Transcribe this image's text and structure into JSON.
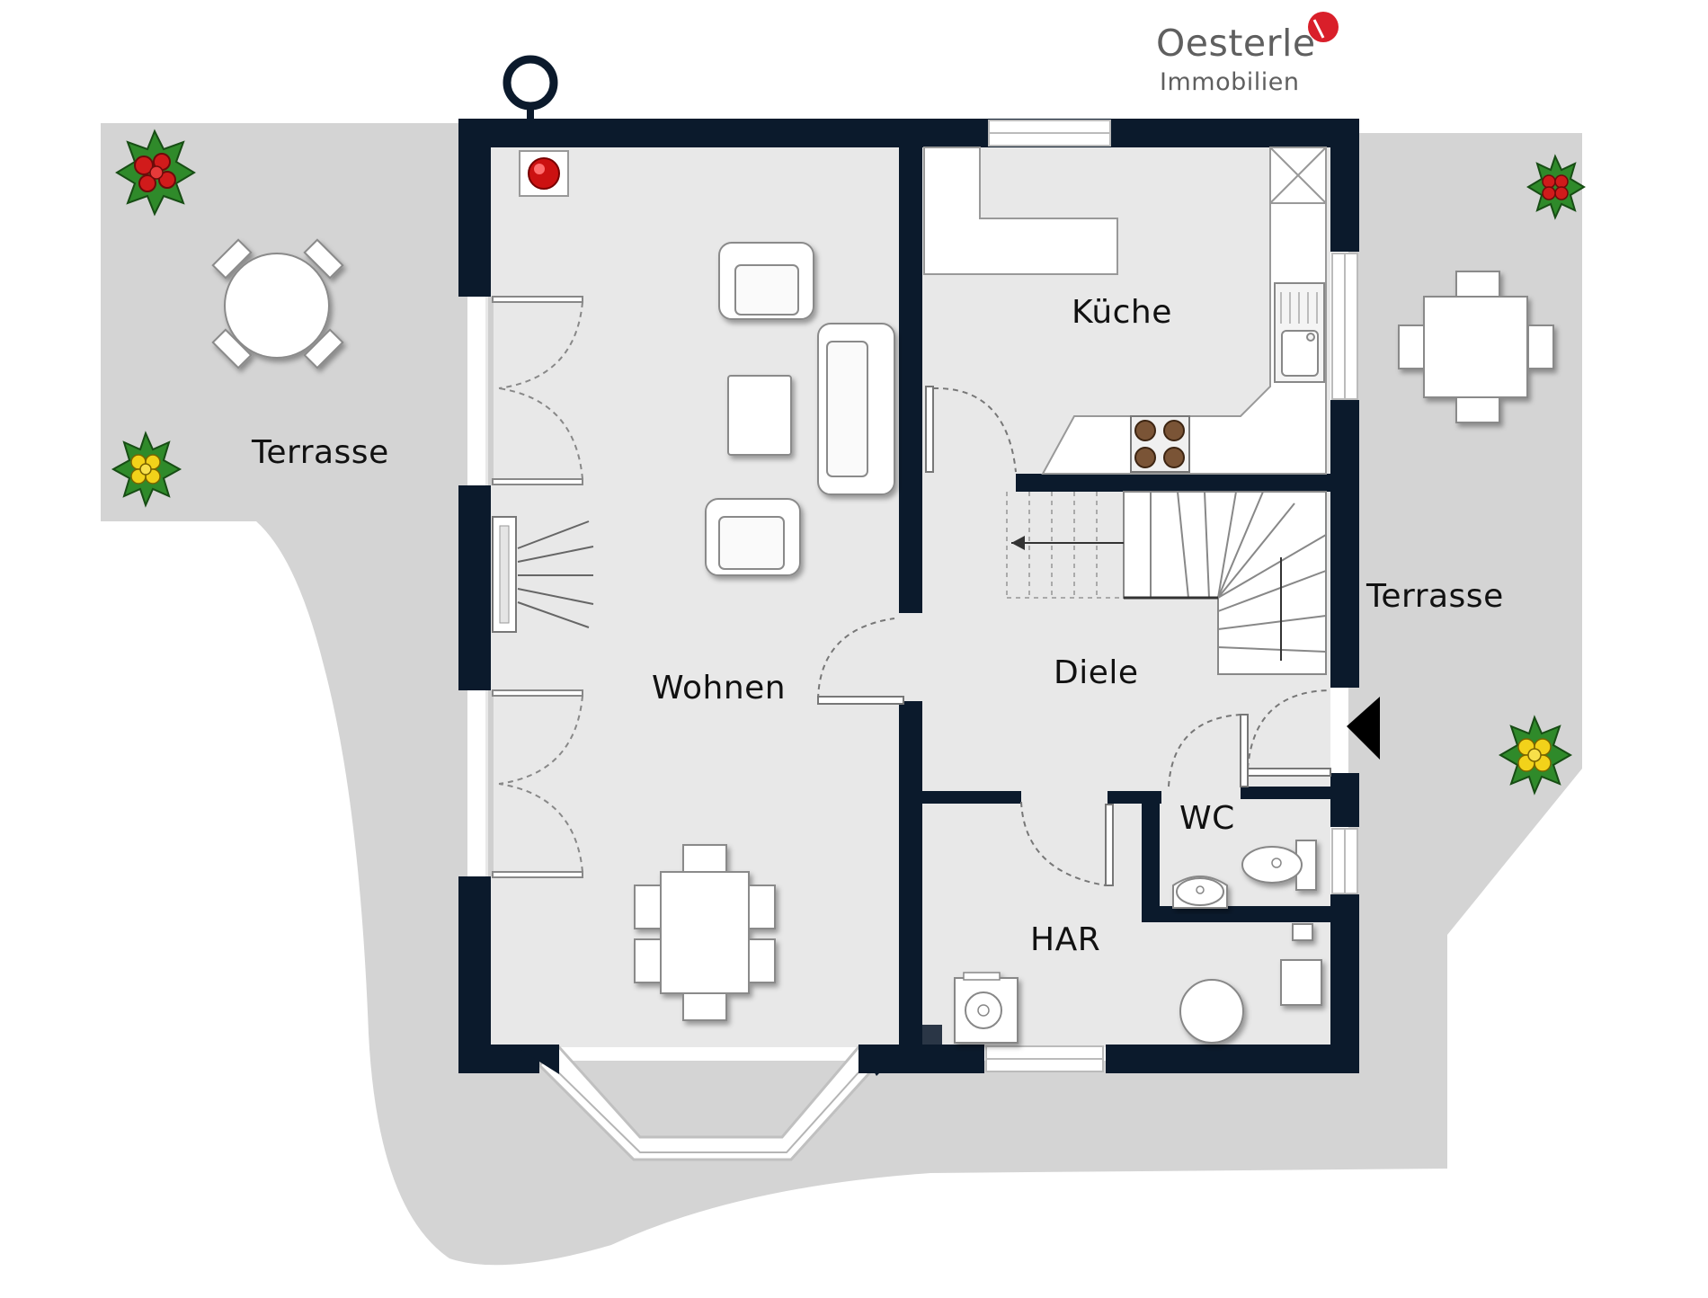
{
  "logo": {
    "name": "Oesterle",
    "subtitle": "Immobilien",
    "accent_color": "#d91f2a"
  },
  "rooms": {
    "terrace_left": "Terrasse",
    "terrace_right": "Terrasse",
    "living": "Wohnen",
    "kitchen": "Küche",
    "hall": "Diele",
    "wc": "WC",
    "utility": "HAR"
  },
  "colors": {
    "wall": "#0b1a2c",
    "floor": "#e8e8e8",
    "terrace": "#d4d4d4"
  },
  "icons": [
    "entrance-arrow-icon",
    "flower-pot-icon",
    "round-table-icon",
    "square-table-icon",
    "dining-table-icon",
    "armchair-icon",
    "sofa-icon",
    "stove-icon",
    "sink-icon",
    "toilet-icon",
    "washbasin-icon",
    "washing-machine-icon",
    "fireplace-icon",
    "staircase-icon",
    "chimney-icon"
  ]
}
